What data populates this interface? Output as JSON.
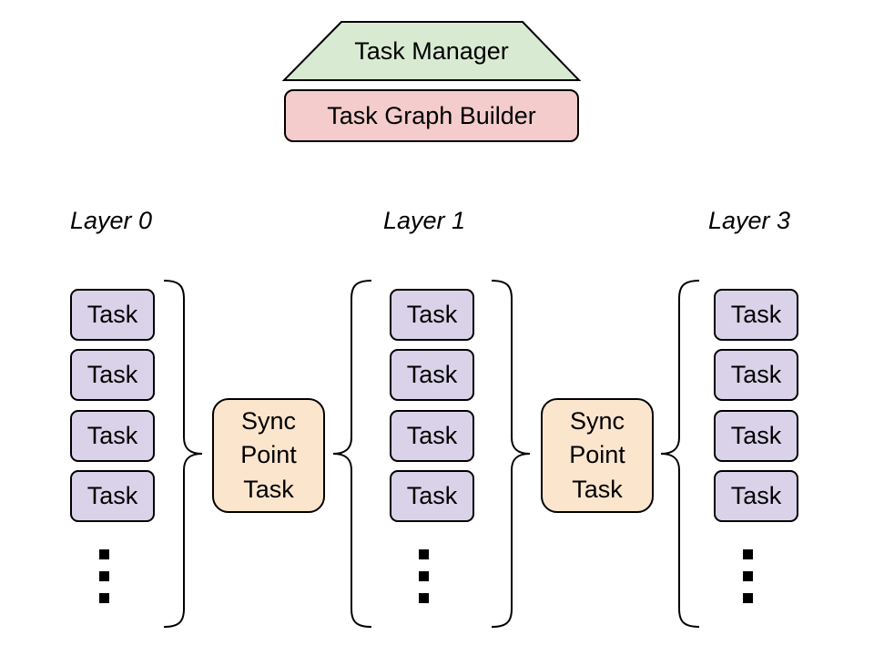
{
  "header": {
    "manager": "Task Manager",
    "builder": "Task Graph Builder"
  },
  "layers": [
    {
      "label": "Layer 0",
      "tasks": [
        "Task",
        "Task",
        "Task",
        "Task"
      ]
    },
    {
      "label": "Layer 1",
      "tasks": [
        "Task",
        "Task",
        "Task",
        "Task"
      ]
    },
    {
      "label": "Layer 3",
      "tasks": [
        "Task",
        "Task",
        "Task",
        "Task"
      ]
    }
  ],
  "sync_points": [
    {
      "label": "Sync\nPoint\nTask"
    },
    {
      "label": "Sync\nPoint\nTask"
    }
  ],
  "colors": {
    "manager": "#d9ead3",
    "builder": "#f4cccc",
    "task": "#d9d2e9",
    "sync": "#fce5cd"
  }
}
